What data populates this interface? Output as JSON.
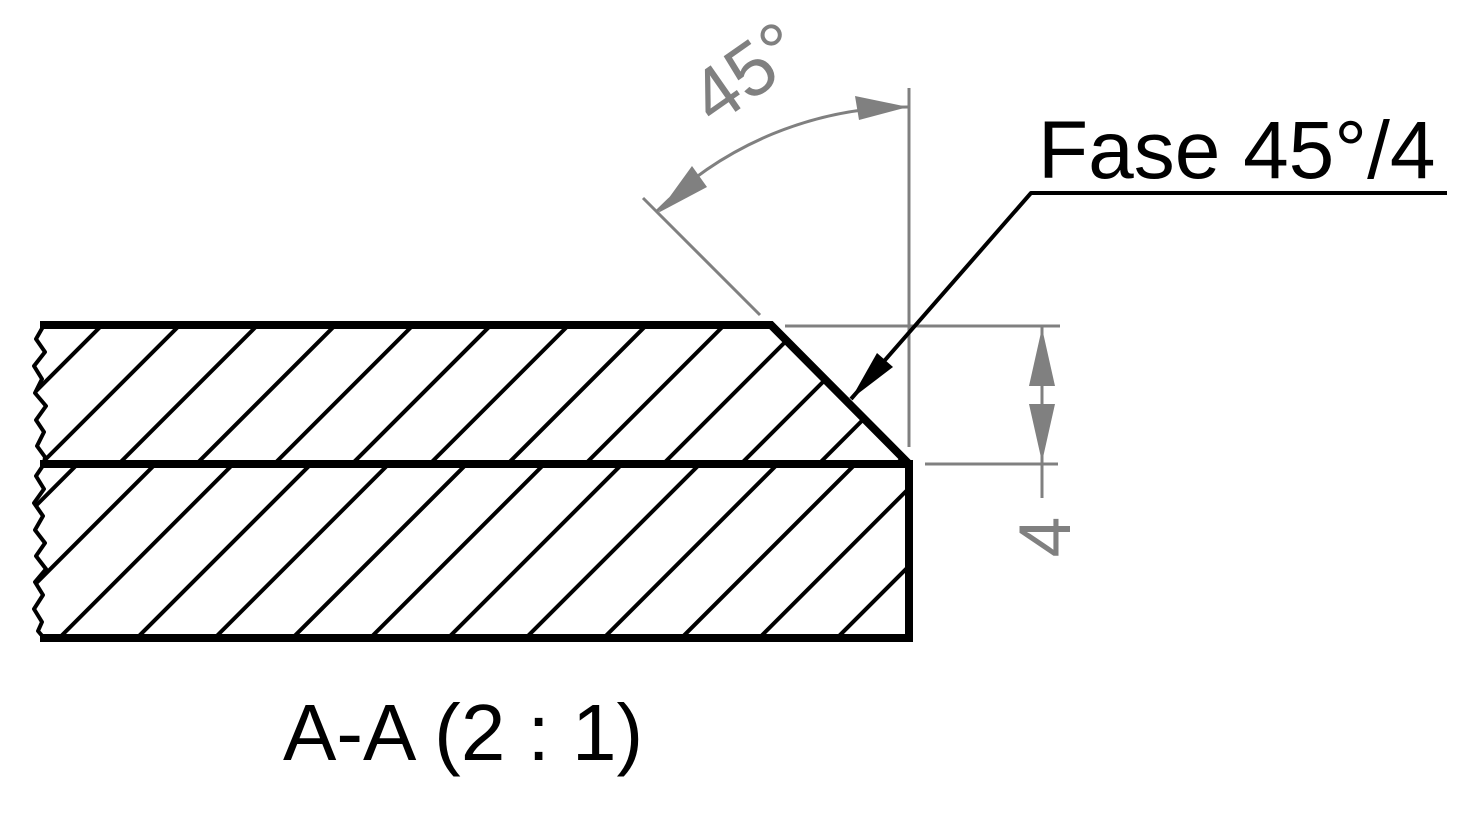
{
  "drawing": {
    "title": "A-A (2 : 1)",
    "chamfer_note": "Fase 45°/4",
    "angle_label": "45°",
    "thickness_label": "4",
    "colors": {
      "outline": "#000000",
      "dimension_gray": "#808080",
      "background": "#ffffff"
    }
  }
}
